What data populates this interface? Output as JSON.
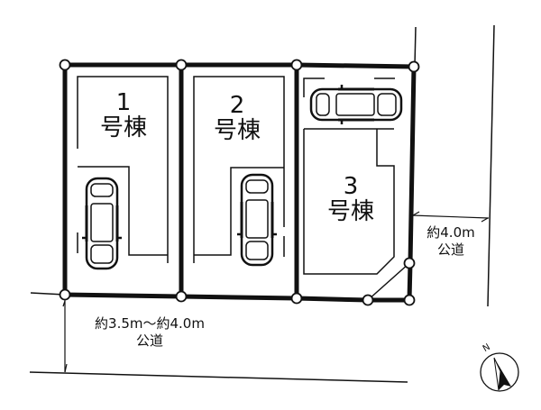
{
  "diagram": {
    "type": "site-plan",
    "colors": {
      "line": "#111111",
      "background": "#ffffff",
      "node_fill": "#ffffff"
    },
    "lots": [
      {
        "number": "1",
        "name": "号棟"
      },
      {
        "number": "2",
        "name": "号棟"
      },
      {
        "number": "3",
        "name": "号棟"
      }
    ],
    "roads": {
      "south": {
        "width": "約3.5m～約4.0m",
        "type": "公道"
      },
      "east": {
        "width": "約4.0m",
        "type": "公道"
      }
    },
    "compass": {
      "label": "N",
      "icon": "north-arrow-icon"
    }
  }
}
